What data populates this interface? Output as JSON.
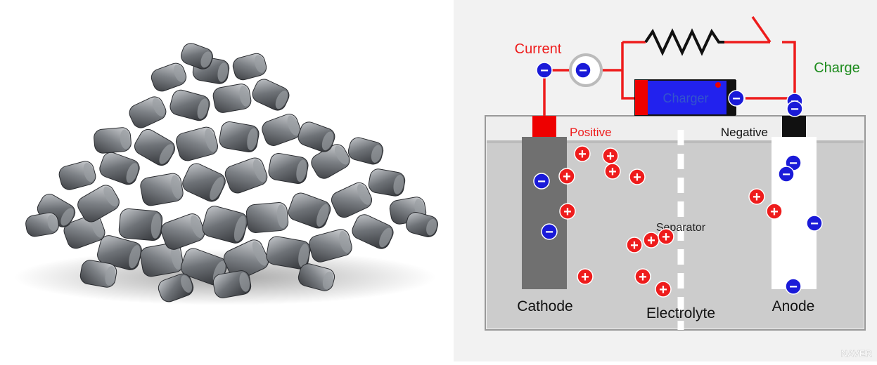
{
  "diagram": {
    "labels": {
      "current": "Current",
      "charge": "Charge",
      "charger": "Charger",
      "positive": "Positive",
      "negative": "Negative",
      "separator": "Separator",
      "cathode": "Cathode",
      "electrolyte": "Electrolyte",
      "anode": "Anode"
    },
    "watermark": "NAVER",
    "colors": {
      "wire": "#ee1c1c",
      "positive_ion": "#ee1c1c",
      "electron": "#1a1ad8",
      "cathode": "#707070",
      "anode": "#ffffff",
      "electrolyte": "#cccccc",
      "charger_body": "#2222ee",
      "charge_label": "#1e8c1e",
      "current_label": "#ee1c1c"
    },
    "ion_symbols": {
      "positive": "+",
      "negative": "−"
    }
  },
  "photo": {
    "subject": "lithium-metal-pellets"
  }
}
